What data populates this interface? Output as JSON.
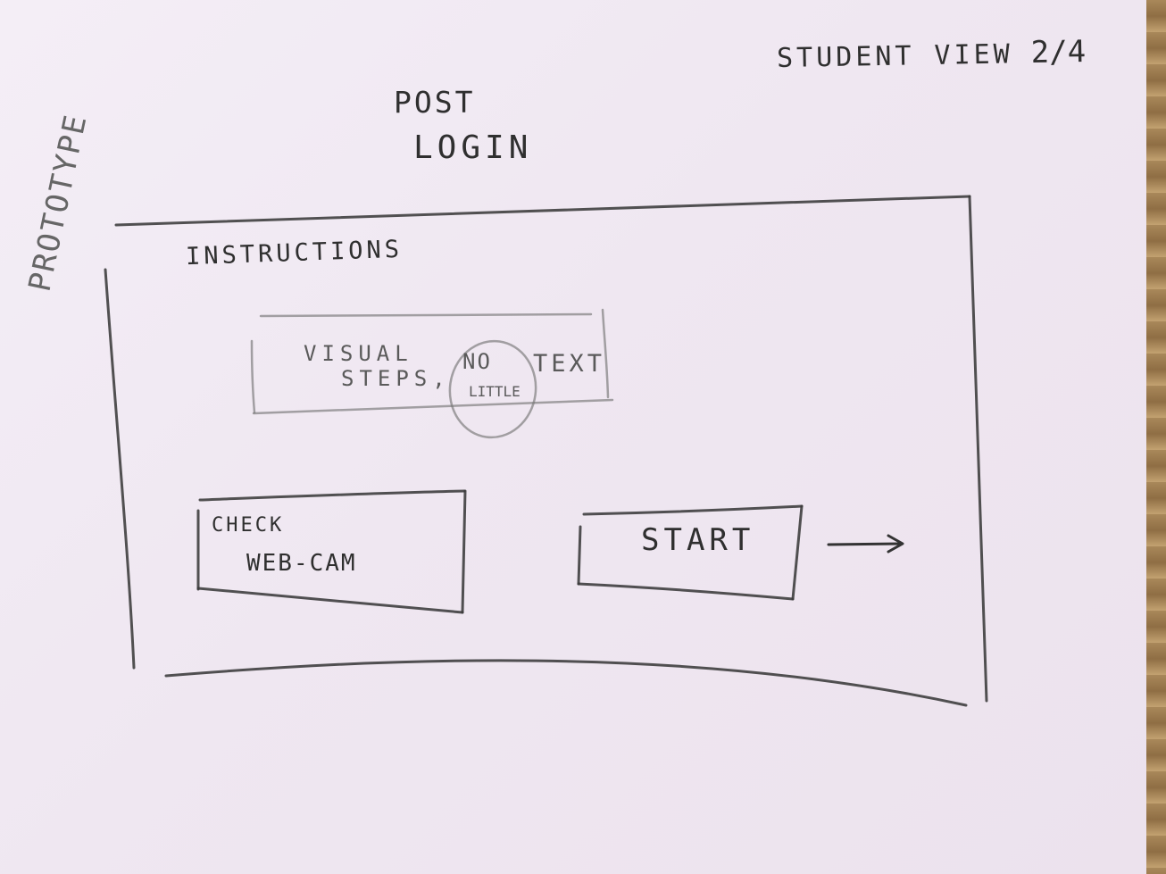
{
  "page_label": {
    "title": "STUDENT VIEW",
    "number": "2/4"
  },
  "side_note": "PROTOTYPE",
  "screen_title": {
    "line1": "POST",
    "line2": "LOGIN"
  },
  "instructions": {
    "heading": "INSTRUCTIONS",
    "placeholder": {
      "line1": "VISUAL",
      "line2": "STEPS,",
      "word_no": "NO",
      "word_text": "TEXT",
      "circled_note": "LITTLE"
    }
  },
  "buttons": {
    "check_webcam": {
      "line1": "CHECK",
      "line2": "WEB-CAM"
    },
    "start": {
      "label": "START"
    }
  },
  "icons": {
    "next": "arrow-right-icon"
  }
}
